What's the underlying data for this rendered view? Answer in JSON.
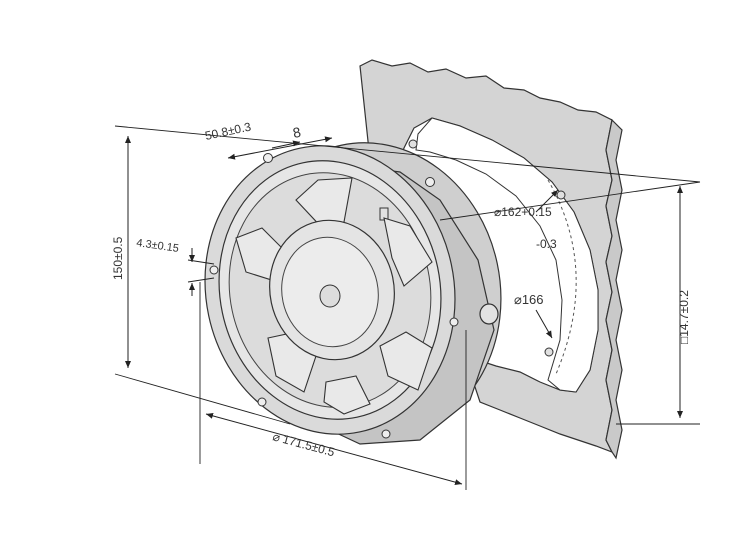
{
  "colors": {
    "background": "#ffffff",
    "panel_fill": "#d4d4d4",
    "part_fill": "#d9d9d9",
    "outline": "#333333",
    "text": "#333333"
  },
  "dimensions": {
    "depth": "50.8±0.3",
    "flange_thickness": "8",
    "height": "150±0.5",
    "mount_hole": "4.3±0.15",
    "cutout_diameter_main": "162+0.15",
    "cutout_diameter_tol": "-0.3",
    "pitch_circle": "166",
    "panel_thickness": "14.7±0.2",
    "outer_diameter": "171.5±0.5",
    "diameter_symbol": "⌀",
    "square_symbol": "□"
  }
}
